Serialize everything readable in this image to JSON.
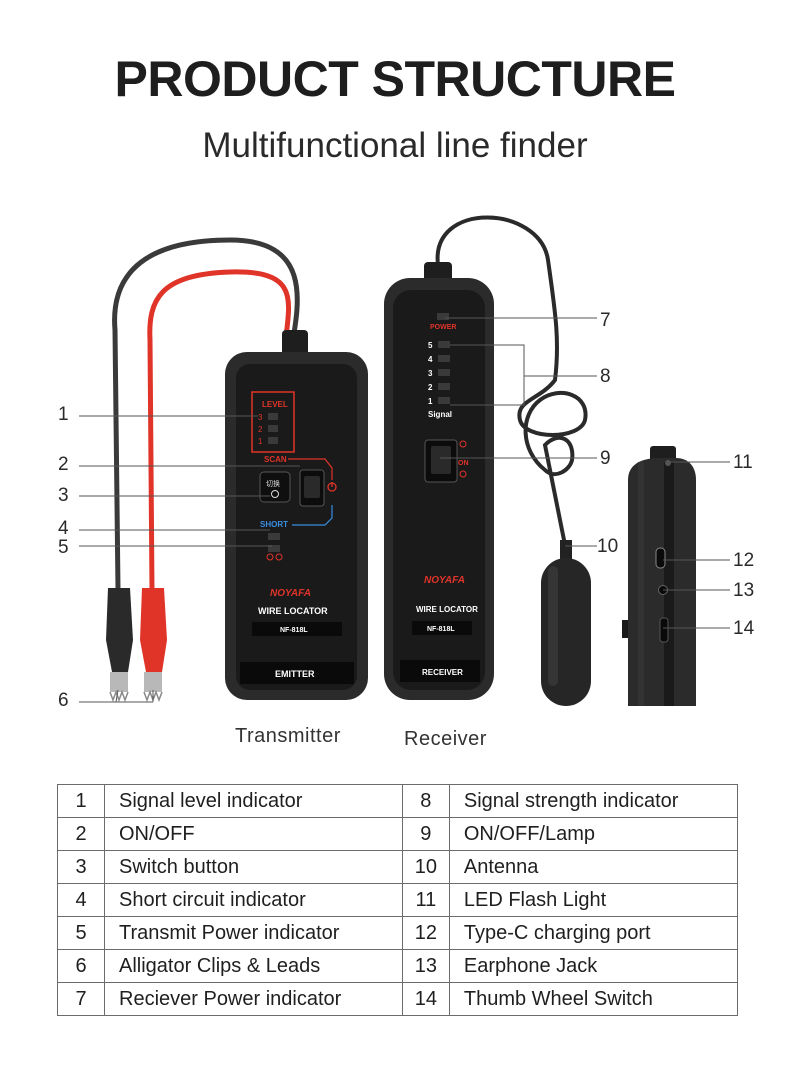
{
  "header": {
    "title": "PRODUCT STRUCTURE",
    "subtitle": "Multifunctional line finder"
  },
  "transmitter": {
    "caption": "Transmitter",
    "brand": "NOYAFA",
    "label": "WIRE LOCATOR",
    "model": "NF-818L",
    "bottom": "EMITTER",
    "level_title": "LEVEL",
    "level_marks": [
      "3",
      "2",
      "1"
    ],
    "scan": "SCAN",
    "short": "SHORT",
    "switch_text": "切换"
  },
  "receiver": {
    "caption": "Receiver",
    "brand": "NOYAFA",
    "label": "WIRE LOCATOR",
    "model": "NF-818L",
    "bottom": "RECEIVER",
    "power": "POWER",
    "levels": [
      "5",
      "4",
      "3",
      "2",
      "1"
    ],
    "signal": "Signal",
    "on": "ON"
  },
  "callouts": [
    "1",
    "2",
    "3",
    "4",
    "5",
    "6",
    "7",
    "8",
    "9",
    "10",
    "11",
    "12",
    "13",
    "14"
  ],
  "colors": {
    "red": "#e03428",
    "blue": "#3a8ee0",
    "body": "#2b2b2c",
    "panel": "#141414"
  },
  "table": [
    {
      "ln": "1",
      "lt": "Signal level indicator",
      "rn": "8",
      "rt": "Signal strength indicator"
    },
    {
      "ln": "2",
      "lt": "ON/OFF",
      "rn": "9",
      "rt": "ON/OFF/Lamp"
    },
    {
      "ln": "3",
      "lt": "Switch button",
      "rn": "10",
      "rt": "Antenna"
    },
    {
      "ln": "4",
      "lt": "Short circuit indicator",
      "rn": "11",
      "rt": "LED Flash Light"
    },
    {
      "ln": "5",
      "lt": "Transmit Power indicator",
      "rn": "12",
      "rt": "Type-C charging port"
    },
    {
      "ln": "6",
      "lt": "Alligator Clips & Leads",
      "rn": "13",
      "rt": "Earphone Jack"
    },
    {
      "ln": "7",
      "lt": "Reciever Power indicator",
      "rn": "14",
      "rt": "Thumb Wheel Switch"
    }
  ]
}
